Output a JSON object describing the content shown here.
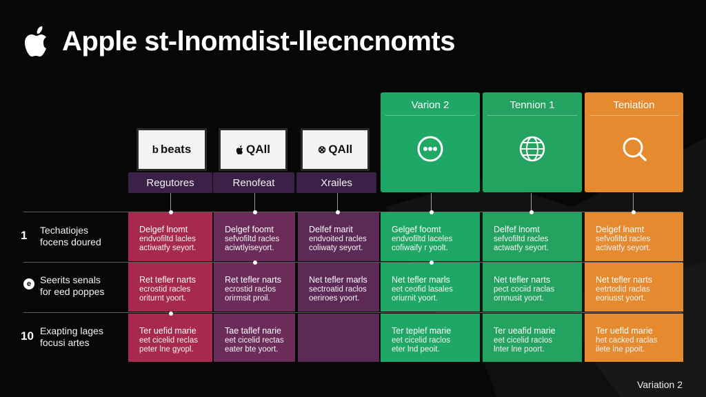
{
  "title": "Apple st-lnomdist-llecncnomts",
  "colors": {
    "background": "#070707",
    "magenta": "#a7294d",
    "purple": "#6b2c5a",
    "violet": "#5d2a57",
    "green": "#1fa865",
    "green_dark": "#23a35f",
    "orange": "#e58a2f",
    "label_bg": "#3b2147"
  },
  "logos": [
    {
      "mark": "b",
      "text": "beats"
    },
    {
      "mark": "",
      "text": "QAll"
    },
    {
      "mark": "⊗",
      "text": "QAll"
    }
  ],
  "categories": [
    "Regutores",
    "Renofeat",
    "Xrailes"
  ],
  "variations": [
    {
      "title": "Varion 2",
      "icon": "chat-bubble-icon"
    },
    {
      "title": "Tennion 1",
      "icon": "globe-icon"
    },
    {
      "title": "Teniation",
      "icon": "search-icon"
    }
  ],
  "rows": [
    {
      "num": "1",
      "label": [
        "Techatiojes",
        "focens doured"
      ]
    },
    {
      "num": "e",
      "label": [
        "Seerits senals",
        "for eed poppes"
      ]
    },
    {
      "num": "10",
      "label": [
        "Exapting lages",
        "focusi artes"
      ]
    }
  ],
  "cells": [
    [
      [
        "Delgef lnomt",
        "endvofiltd lacles",
        "actiwatfy seyort."
      ],
      [
        "Delgef foomt",
        "sefvofiltd racles",
        "aciwtlyiseyort."
      ],
      [
        "Delfef marit",
        "endvoited racles",
        "coliwaty seyort."
      ],
      [
        "Gelgef foomt",
        "endvofiltd laceles",
        "cofiwaify r yoolt."
      ],
      [
        "Delfef lnomt",
        "sefvofiltd racles",
        "actwatfy seyort."
      ],
      [
        "Delgef lnamt",
        "sefvofiltd racles",
        "activatfy seyort."
      ]
    ],
    [
      [
        "Ret tefler narts",
        "ecrostid racles",
        "oriturnt yoort."
      ],
      [
        "Ret tefler narts",
        "ecrostid raclos",
        "orirmsit proil."
      ],
      [
        "Net tefler marls",
        "sectroatid raclos",
        "oeriroes yoort."
      ],
      [
        "Net tefler marls",
        "eet ceofid lasales",
        "oriurnit yoort."
      ],
      [
        "Net tefler narts",
        "pect cociid raclas",
        "ornnusit yoort."
      ],
      [
        "Net tefler narts",
        "eetrtodid raclas",
        "eoriusst yoort."
      ]
    ],
    [
      [
        "Ter uefid marie",
        "eet cicelid reclas",
        "peter lne gyopl."
      ],
      [
        "Tae taflef narie",
        "eet cicelid rectas",
        "eater bte yoort."
      ],
      [],
      [
        "Ter teplef marie",
        "eet cicelid raclos",
        "eter lnd peoit."
      ],
      [
        "Ter ueafid marie",
        "eet cicelid raclos",
        "lnter lne poort."
      ],
      [
        "Ter uefld marie",
        "het cacked raclas",
        "ilete lne ppoit."
      ]
    ]
  ],
  "footer": "Variation 2"
}
